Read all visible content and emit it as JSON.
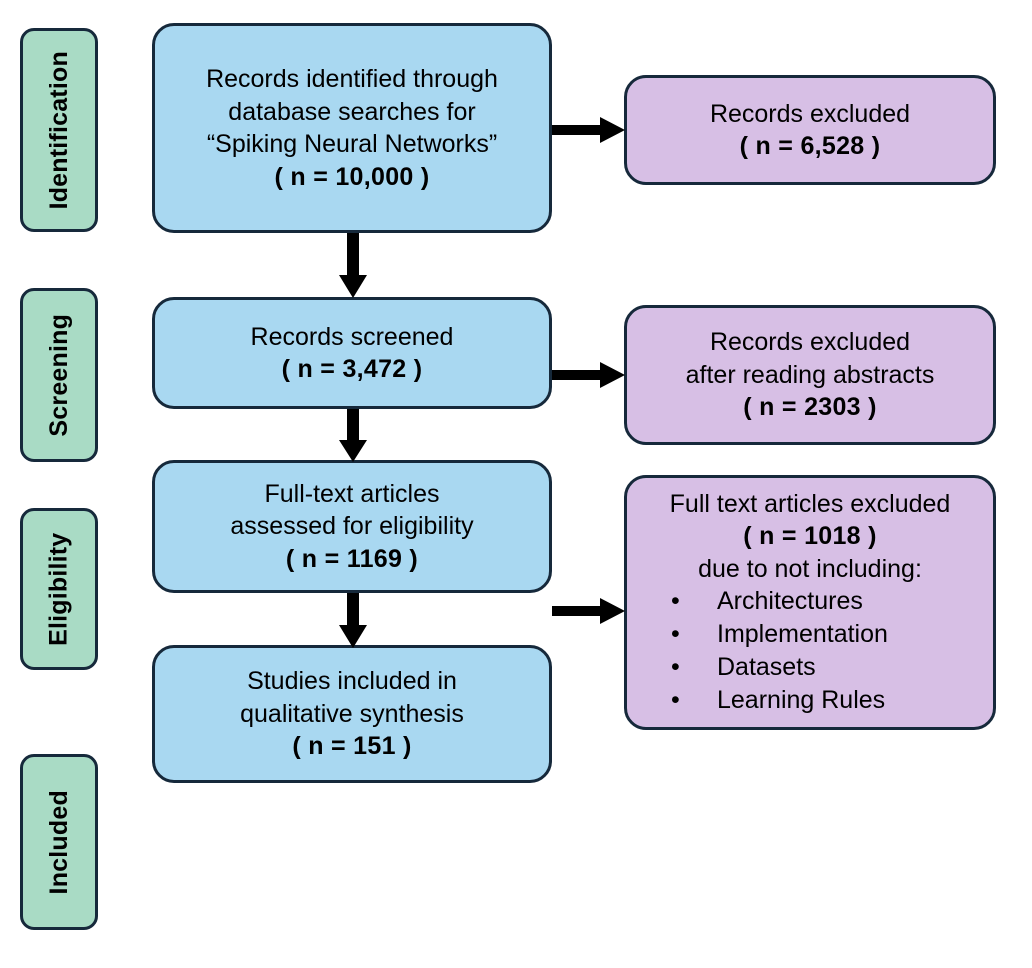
{
  "diagram": {
    "title": "PRISMA flow diagram",
    "colors": {
      "blue_fill": "#a9d8f1",
      "purple_fill": "#d7bfe5",
      "green_fill": "#a9dbc5",
      "border": "#16293b",
      "arrow": "#000000",
      "background": "#ffffff"
    }
  },
  "stages": [
    {
      "id": "identification",
      "label": "Identification"
    },
    {
      "id": "screening",
      "label": "Screening"
    },
    {
      "id": "eligibility",
      "label": "Eligibility"
    },
    {
      "id": "included",
      "label": "Included"
    }
  ],
  "flow_boxes": [
    {
      "id": "records-identified",
      "line1": "Records identified through",
      "line2": "database searches for",
      "line3": "“Spiking Neural Networks”",
      "count": "( n = 10,000 )"
    },
    {
      "id": "records-screened",
      "line1": "Records screened",
      "count": "( n = 3,472 )"
    },
    {
      "id": "fulltext-assessed",
      "line1": "Full-text articles",
      "line2": "assessed for eligibility",
      "count": "( n = 1169 )"
    },
    {
      "id": "studies-included",
      "line1": "Studies included in",
      "line2": "qualitative synthesis",
      "count": "( n = 151 )"
    }
  ],
  "excluded_boxes": [
    {
      "id": "records-excluded-1",
      "line1": "Records excluded",
      "count": "( n = 6,528 )"
    },
    {
      "id": "records-excluded-2",
      "line1": "Records excluded",
      "line2": "after reading abstracts",
      "count": "( n = 2303 )"
    },
    {
      "id": "fulltext-excluded",
      "line1": "Full text articles excluded",
      "count": "( n = 1018 )",
      "reason": "due to not including:",
      "bullet": "•",
      "items": [
        "Architectures",
        "Implementation",
        "Datasets",
        "Learning Rules"
      ]
    }
  ],
  "arrows": [
    {
      "id": "arrow-identified-to-excluded1",
      "direction": "right"
    },
    {
      "id": "arrow-identified-to-screened",
      "direction": "down"
    },
    {
      "id": "arrow-screened-to-excluded2",
      "direction": "right"
    },
    {
      "id": "arrow-screened-to-fulltext",
      "direction": "down"
    },
    {
      "id": "arrow-fulltext-to-excluded3",
      "direction": "right"
    },
    {
      "id": "arrow-fulltext-to-included",
      "direction": "down"
    }
  ]
}
